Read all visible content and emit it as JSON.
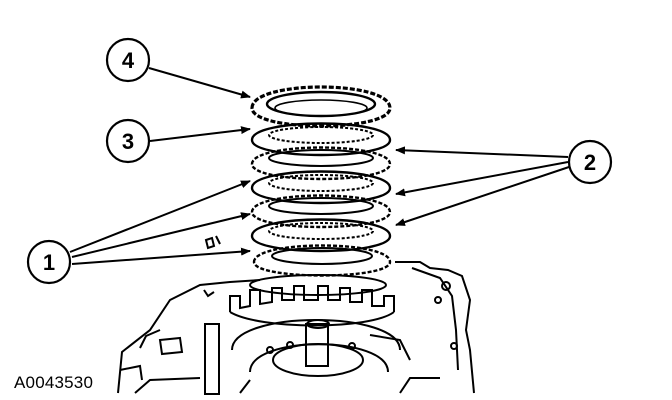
{
  "figure": {
    "id": "A0043530",
    "callouts": [
      "1",
      "2",
      "3",
      "4"
    ]
  }
}
